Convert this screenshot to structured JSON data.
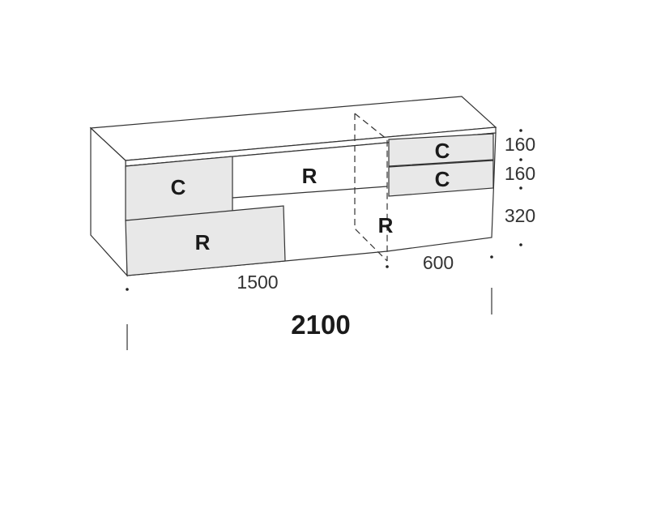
{
  "drawing": {
    "module_labels": {
      "left_upper": "C",
      "left_lower": "R",
      "middle_open": "R",
      "right_top": "C",
      "right_middle": "C",
      "right_open": "R"
    },
    "dimensions": {
      "height_top": "160",
      "height_middle": "160",
      "height_bottom": "320",
      "width_left": "1500",
      "width_right": "600",
      "width_total": "2100"
    },
    "colors": {
      "drawer_fill": "#e8e8e8",
      "line": "#333333"
    }
  }
}
